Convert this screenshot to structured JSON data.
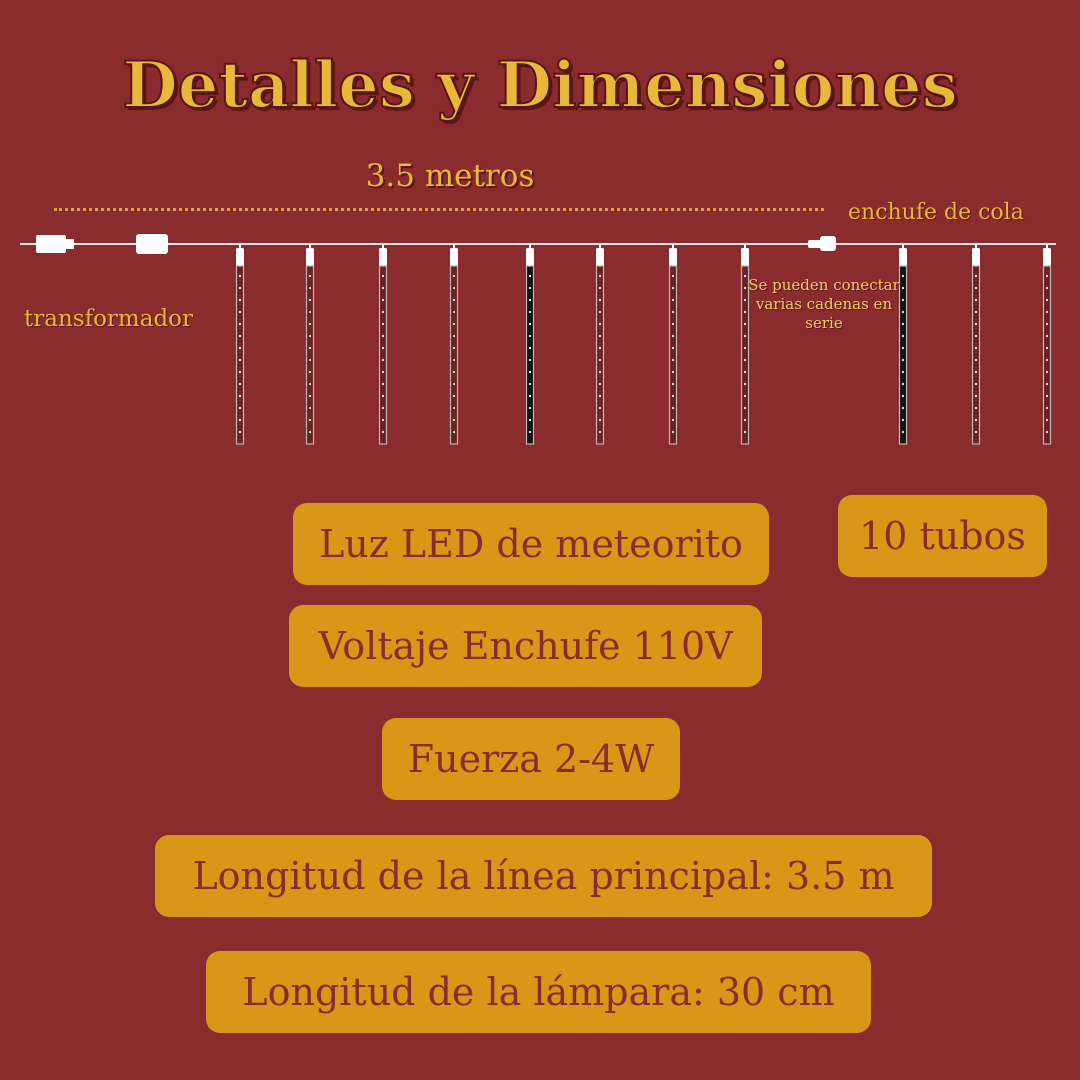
{
  "header": {
    "title": "Detalles y Dimensiones",
    "length_label": "3.5 metros"
  },
  "diagram": {
    "tail_plug_label": "enchufe de cola",
    "transformer_label": "transformador",
    "series_note": "Se pueden conectar varias cadenas en serie",
    "tube_count": 10
  },
  "specs": {
    "type_label": "Luz LED de meteorito",
    "tubes_label": "10 tubos",
    "voltage_label": "Voltaje Enchufe 110V",
    "power_label": "Fuerza 2-4W",
    "main_line_label": "Longitud de la línea principal: 3.5 m",
    "lamp_length_label": "Longitud de la lámpara: 30 cm"
  },
  "colors": {
    "background": "#8a2b2d",
    "accent": "#e8b83a",
    "pill": "#da9617"
  }
}
